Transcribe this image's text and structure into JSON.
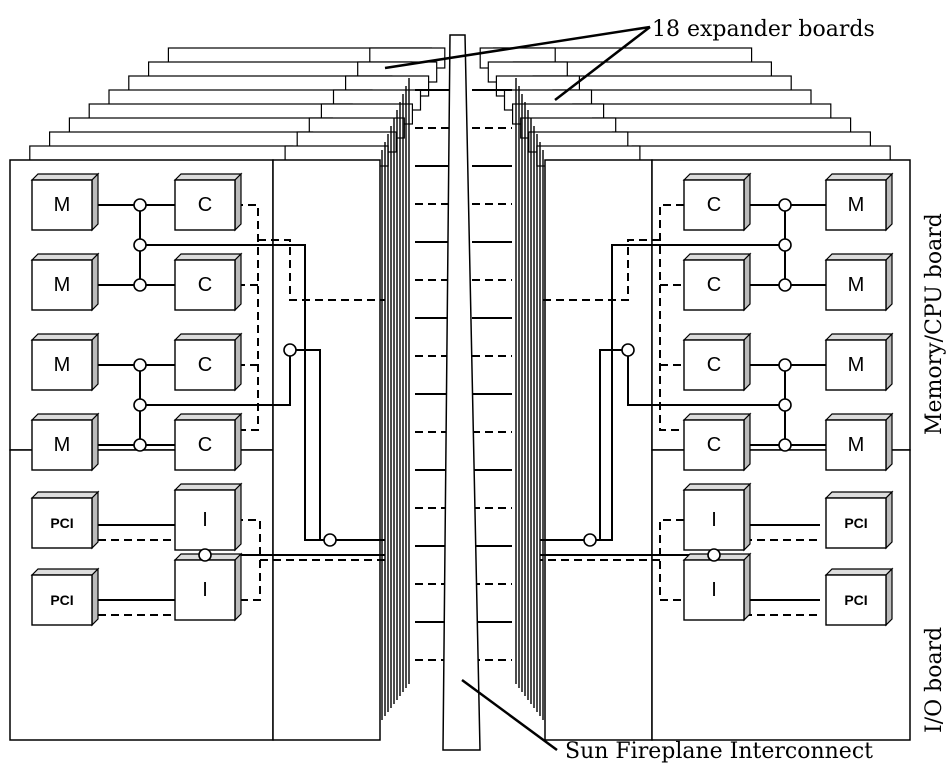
{
  "labels": {
    "expander": "18 expander boards",
    "memcpu": "Memory/CPU board",
    "io": "I/O board",
    "interconnect": "Sun Fireplane Interconnect"
  },
  "chips": {
    "memory": "M",
    "cpu": "C",
    "io": "I",
    "pci": "PCI"
  },
  "colors": {
    "line": "#000000",
    "face": "#ffffff",
    "side": "#c8c8c8"
  }
}
